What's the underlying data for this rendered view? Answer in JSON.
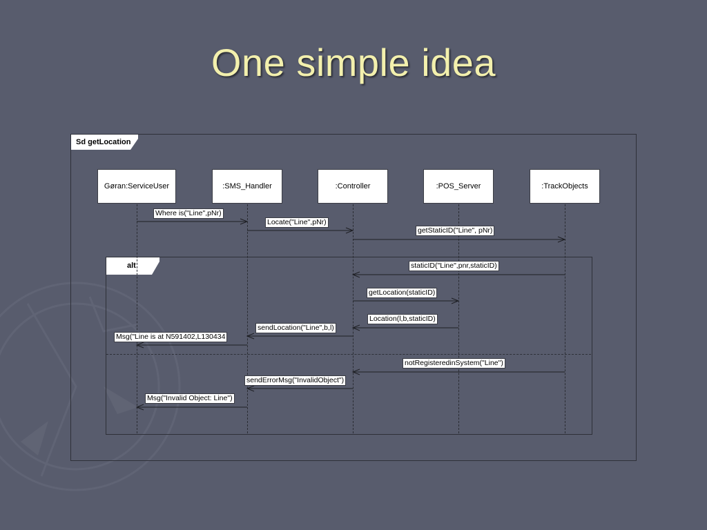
{
  "slide": {
    "title": "One simple idea"
  },
  "diagram": {
    "frame_label": "Sd getLocation",
    "alt_label": "alt",
    "lifelines": [
      {
        "name": "Gøran:ServiceUser"
      },
      {
        "name": ":SMS_Handler"
      },
      {
        "name": ":Controller"
      },
      {
        "name": ":POS_Server"
      },
      {
        "name": ":TrackObjects"
      }
    ],
    "messages": [
      {
        "label": "Where is(\"Line\",pNr)",
        "from": 0,
        "to": 1
      },
      {
        "label": "Locate(\"Line\",pNr)",
        "from": 1,
        "to": 2
      },
      {
        "label": "getStaticID(\"Line\", pNr)",
        "from": 2,
        "to": 4
      },
      {
        "label": "staticID(\"Line\",pnr,staticID)",
        "from": 4,
        "to": 2
      },
      {
        "label": "getLocation(staticID)",
        "from": 2,
        "to": 3
      },
      {
        "label": "Location(l,b,staticID)",
        "from": 3,
        "to": 2
      },
      {
        "label": "sendLocation(\"Line\",b,l)",
        "from": 2,
        "to": 1
      },
      {
        "label": "Msg(\"Line is at N591402,L130434",
        "from": 1,
        "to": 0
      },
      {
        "label": "notRegisteredinSystem(\"Line\")",
        "from": 4,
        "to": 2
      },
      {
        "label": "sendErrorMsg(\"InvalidObject\")",
        "from": 2,
        "to": 1
      },
      {
        "label": "Msg(\"Invalid Object: Line\")",
        "from": 1,
        "to": 0
      }
    ]
  }
}
